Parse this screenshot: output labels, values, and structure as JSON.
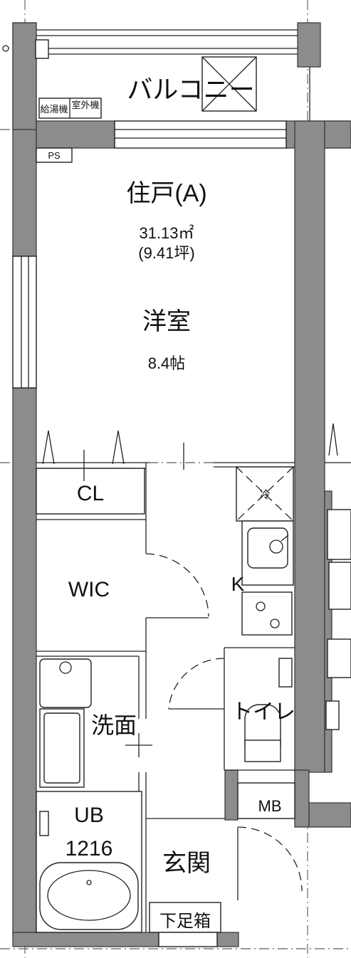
{
  "plan": {
    "balcony": "バルコニー",
    "water_heater": "給湯機",
    "outdoor_unit": "室外機",
    "ps": "PS",
    "unit_name": "住戸(A)",
    "area_sqm": "31.13㎡",
    "area_tsubo": "(9.41坪)",
    "western_room": "洋室",
    "room_size": "8.4帖",
    "closet": "CL",
    "walk_in_closet": "WIC",
    "kitchen": "K",
    "fridge": "冷",
    "washroom": "洗面",
    "toilet": "トイレ",
    "bath": "UB",
    "bath_size": "1216",
    "meter_box": "MB",
    "entrance": "玄関",
    "shoe_box": "下足箱"
  },
  "colors": {
    "wall": "#8c8c8c",
    "line": "#222222",
    "background": "#ffffff"
  }
}
